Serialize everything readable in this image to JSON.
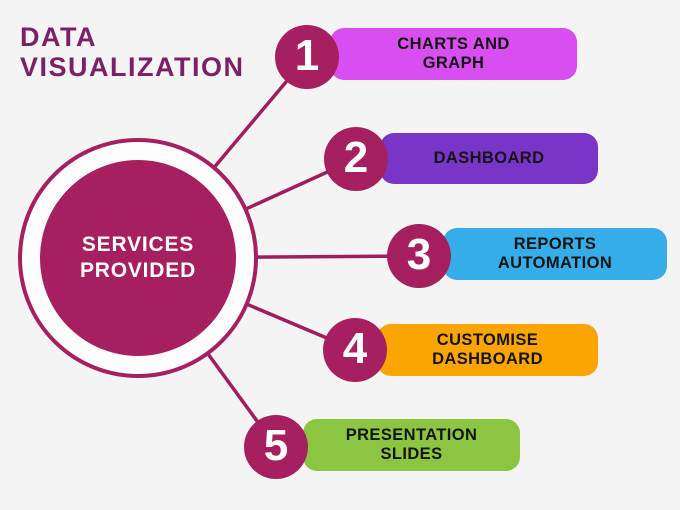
{
  "background_color": "#F5F4F5",
  "title": {
    "text": "DATA\nVISUALIZATION",
    "color": "#7C2167"
  },
  "hub": {
    "label": "SERVICES\nPROVIDED",
    "fill_color": "#A6205F",
    "ring_color": "#A6205F",
    "text_color": "#FFFFFF"
  },
  "connector_color": "#A01E5C",
  "items": [
    {
      "number": "1",
      "label": "CHARTS AND\nGRAPH",
      "bar_color": "#D94EF0",
      "badge_color": "#A6205F"
    },
    {
      "number": "2",
      "label": "DASHBOARD",
      "bar_color": "#7934C8",
      "badge_color": "#A6205F"
    },
    {
      "number": "3",
      "label": "REPORTS\nAUTOMATION",
      "bar_color": "#36ACE8",
      "badge_color": "#A6205F"
    },
    {
      "number": "4",
      "label": "CUSTOMISE\nDASHBOARD",
      "bar_color": "#FCA502",
      "badge_color": "#A6205F"
    },
    {
      "number": "5",
      "label": "PRESENTATION\nSLIDES",
      "bar_color": "#8CC540",
      "badge_color": "#A6205F"
    }
  ]
}
